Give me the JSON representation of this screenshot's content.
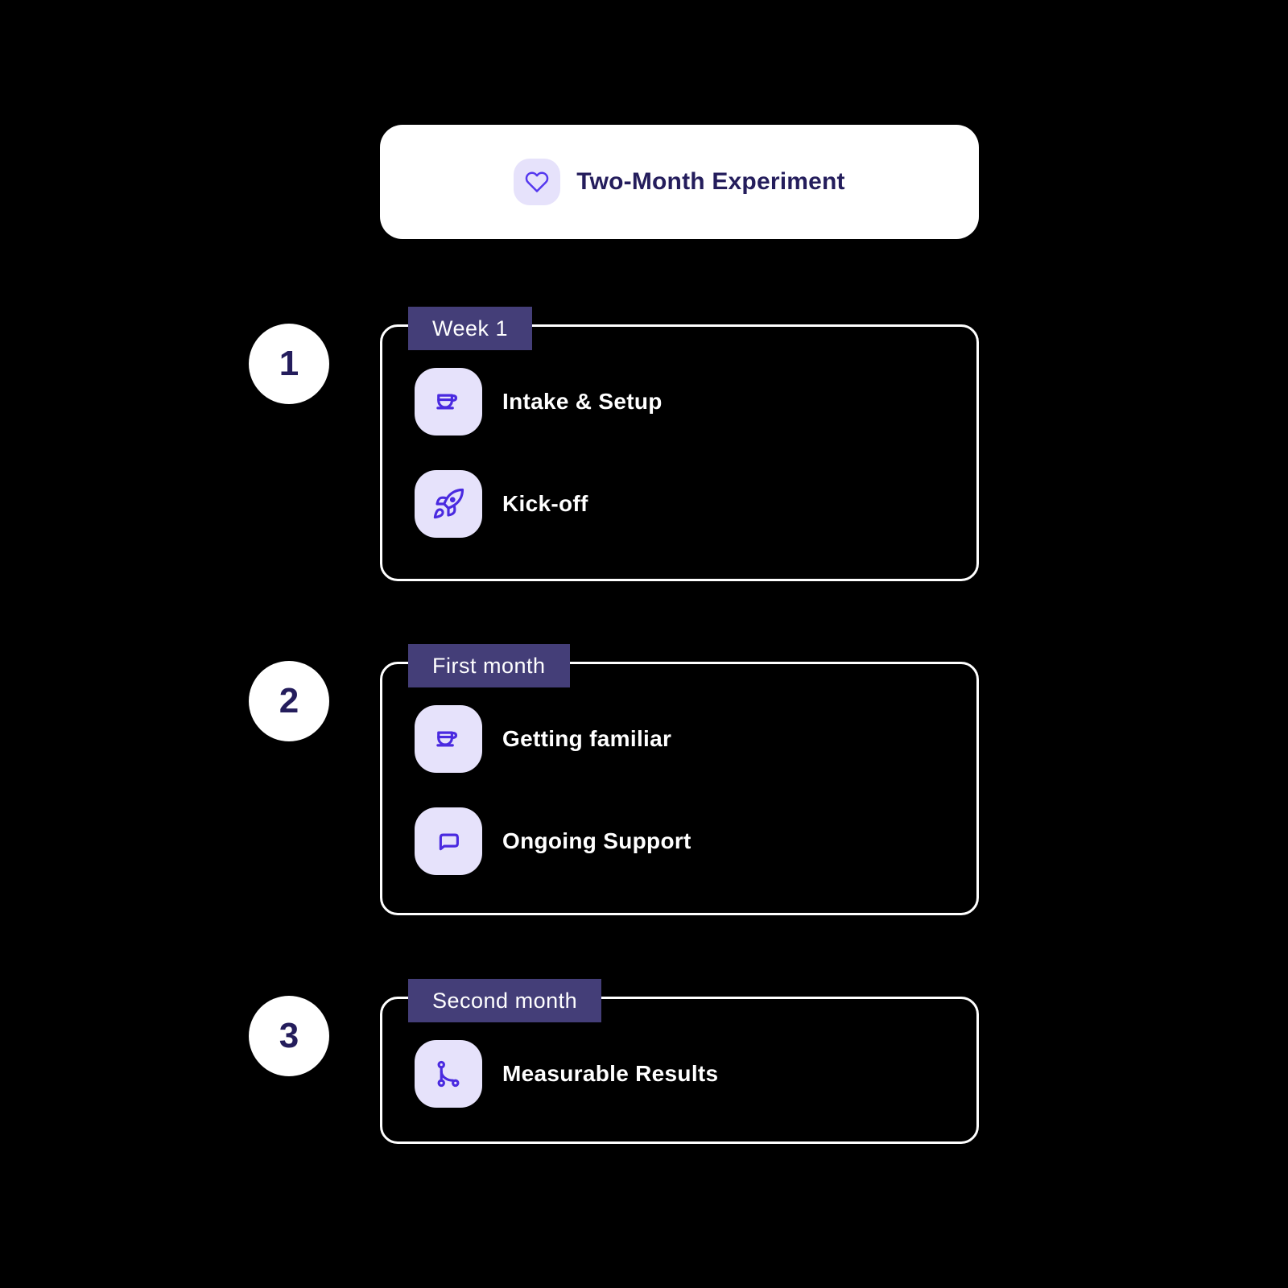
{
  "title_card": {
    "icon": "heart-icon",
    "title": "Two-Month Experiment"
  },
  "sections": [
    {
      "number": "1",
      "label": "Week 1",
      "items": [
        {
          "icon": "coffee-cup-icon",
          "text": "Intake & Setup"
        },
        {
          "icon": "rocket-icon",
          "text": "Kick-off"
        }
      ]
    },
    {
      "number": "2",
      "label": "First month",
      "items": [
        {
          "icon": "coffee-cup-icon",
          "text": "Getting familiar"
        },
        {
          "icon": "chat-bubble-icon",
          "text": "Ongoing Support"
        }
      ]
    },
    {
      "number": "3",
      "label": "Second month",
      "items": [
        {
          "icon": "git-branch-icon",
          "text": "Measurable Results"
        }
      ]
    }
  ],
  "colors": {
    "background": "#000000",
    "card_background": "#ffffff",
    "step_label_background": "#443e78",
    "icon_tile_background": "#e6e2fb",
    "icon_stroke": "#4a2ae0",
    "heart_stroke": "#5538ef",
    "heading_text": "#241d5c",
    "item_text": "#ffffff",
    "box_border": "#ffffff"
  }
}
